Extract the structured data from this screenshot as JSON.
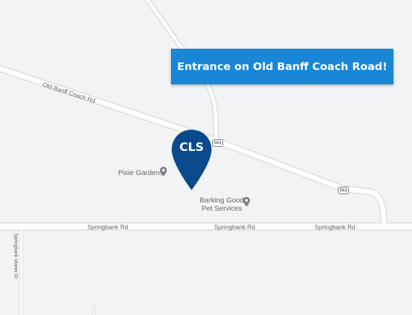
{
  "callout": {
    "text": "Entrance on Old Banff Coach Road!",
    "color": "#1a86d6"
  },
  "marker": {
    "text": "CLS",
    "color": "#0a4a8c",
    "icon": "map-pin-icon"
  },
  "roads": {
    "old_banff": "Old Banff Coach Rd",
    "springbank_1": "Springbank Rd",
    "springbank_2": "Springbank Rd",
    "springbank_3": "Springbank Rd",
    "springbank_manor": "Springbank Manor Dr"
  },
  "shields": {
    "s1": "563",
    "s2": "563"
  },
  "pois": {
    "pixie_gardens": "Pixie Gardens",
    "barking_line1": "Barking Good",
    "barking_line2": "Pet Services"
  },
  "colors": {
    "background": "#f2f3f5",
    "road": "#ffffff",
    "road_edge": "#d9dce0",
    "poi_pin": "#7c8085"
  }
}
